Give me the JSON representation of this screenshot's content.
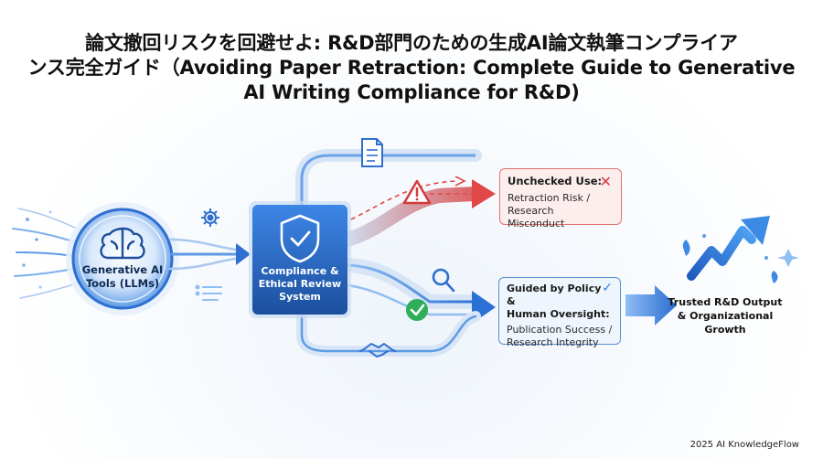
{
  "title_lines": [
    "論文撤回リスクを回避せよ: R&D部門のための生成AI論文執筆コンプライア",
    "ンス完全ガイド（Avoiding Paper Retraction: Complete Guide to Generative",
    "AI Writing Compliance for R&D)"
  ],
  "nodes": {
    "ai_tools": {
      "label": "Generative AI Tools (LLMs)"
    },
    "compliance": {
      "label": "Compliance & Ethical Review System"
    },
    "risk": {
      "title": "Unchecked Use:",
      "desc_line1": "Retraction Risk /",
      "desc_line2": "Research Misconduct"
    },
    "success": {
      "title_line1": "Guided by Policy &",
      "title_line2": "Human Oversight:",
      "desc_line1": "Publication Success /",
      "desc_line2": "Research Integrity"
    },
    "output": {
      "label": "Trusted R&D Output & Organizational Growth"
    }
  },
  "icons": {
    "risk_close": "✕",
    "success_check": "✓"
  },
  "colors": {
    "primary_blue": "#2f6fd0",
    "dark_blue": "#1d4f9c",
    "risk_red": "#e04848",
    "success_green": "#2fae5a"
  },
  "credit": "2025 AI KnowledgeFlow"
}
